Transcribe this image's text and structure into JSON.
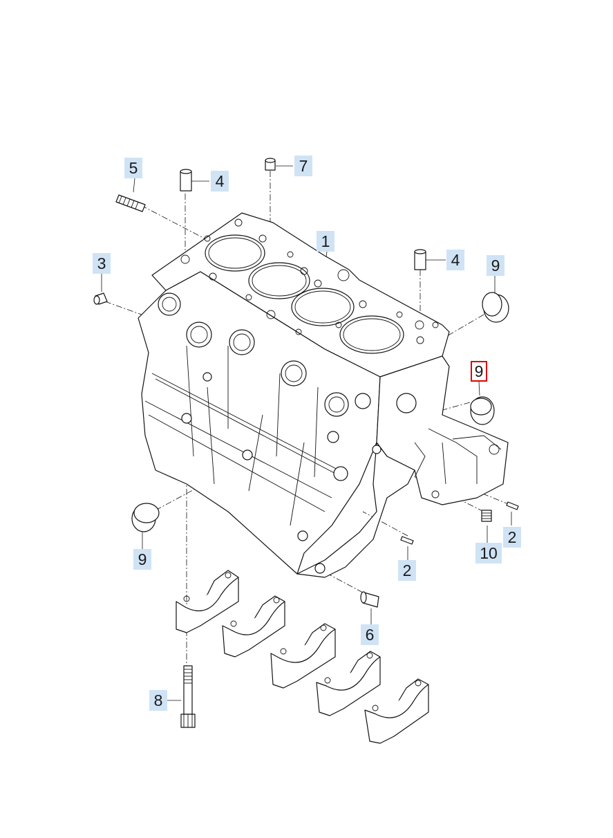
{
  "diagram": {
    "callouts": [
      {
        "id": "c1",
        "label": "1",
        "part": "cylinder-block"
      },
      {
        "id": "c2a",
        "label": "2",
        "part": "dowel-pin"
      },
      {
        "id": "c2b",
        "label": "2",
        "part": "dowel-pin"
      },
      {
        "id": "c3",
        "label": "3",
        "part": "oil-jet-plug"
      },
      {
        "id": "c4a",
        "label": "4",
        "part": "sleeve-dowel"
      },
      {
        "id": "c4b",
        "label": "4",
        "part": "sleeve-dowel"
      },
      {
        "id": "c5",
        "label": "5",
        "part": "stud-bolt"
      },
      {
        "id": "c6",
        "label": "6",
        "part": "sleeve-dowel-lower"
      },
      {
        "id": "c7",
        "label": "7",
        "part": "sleeve-dowel-top"
      },
      {
        "id": "c8",
        "label": "8",
        "part": "main-cap-bolt"
      },
      {
        "id": "c9a",
        "label": "9",
        "part": "cup-plug",
        "selected": false
      },
      {
        "id": "c9b",
        "label": "9",
        "part": "cup-plug",
        "selected": true
      },
      {
        "id": "c9c",
        "label": "9",
        "part": "cup-plug",
        "selected": false
      },
      {
        "id": "c10",
        "label": "10",
        "part": "drain-plug"
      }
    ],
    "colors": {
      "callout_bg": "#cfe3f5",
      "selected_border": "#e00000",
      "line": "#111111"
    }
  }
}
